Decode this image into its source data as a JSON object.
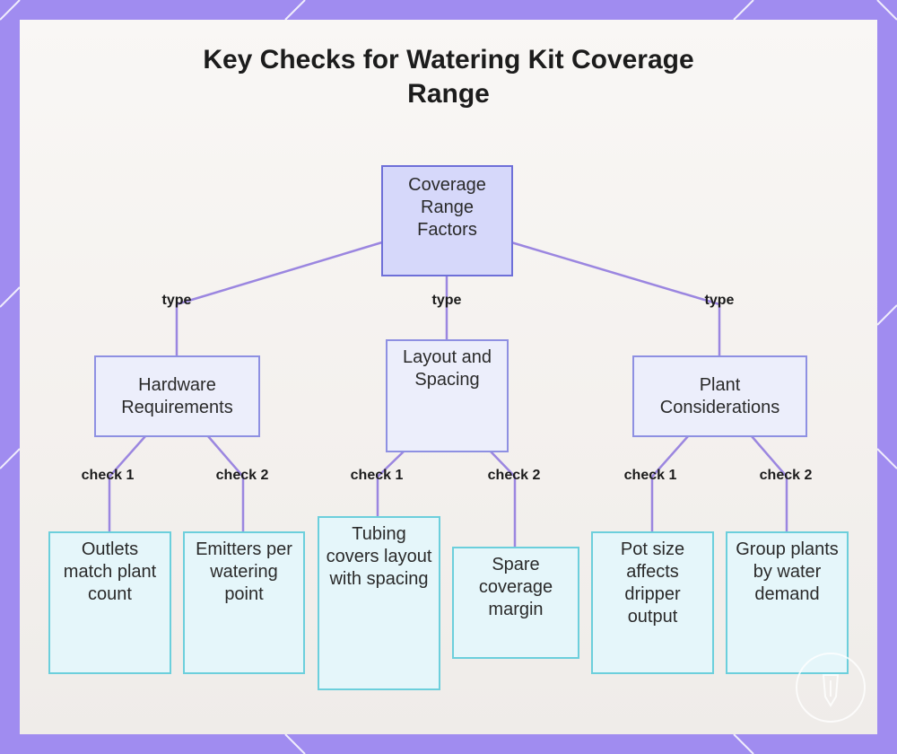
{
  "title_lines": [
    "Key Checks for Watering Kit Coverage",
    "Range"
  ],
  "root": {
    "label": "Coverage Range Factors"
  },
  "categories": [
    {
      "label": "Hardware Requirements",
      "edge_label": "type"
    },
    {
      "label": "Layout and Spacing",
      "edge_label": "type"
    },
    {
      "label": "Plant Considerations",
      "edge_label": "type"
    }
  ],
  "checks": [
    {
      "label": "Outlets match plant count",
      "edge_label": "check 1"
    },
    {
      "label": "Emitters per watering point",
      "edge_label": "check 2"
    },
    {
      "label": "Tubing covers layout with spacing",
      "edge_label": "check 1"
    },
    {
      "label": "Spare coverage margin",
      "edge_label": "check 2"
    },
    {
      "label": "Pot size affects dripper output",
      "edge_label": "check 1"
    },
    {
      "label": "Group plants by water demand",
      "edge_label": "check 2"
    }
  ],
  "colors": {
    "frame": "#a08cf0",
    "connector": "#9b86e0",
    "root_fill": "#d6d8fa",
    "category_fill": "#eceefb",
    "check_fill": "#e5f6fa",
    "check_border": "#6ccfdc"
  }
}
